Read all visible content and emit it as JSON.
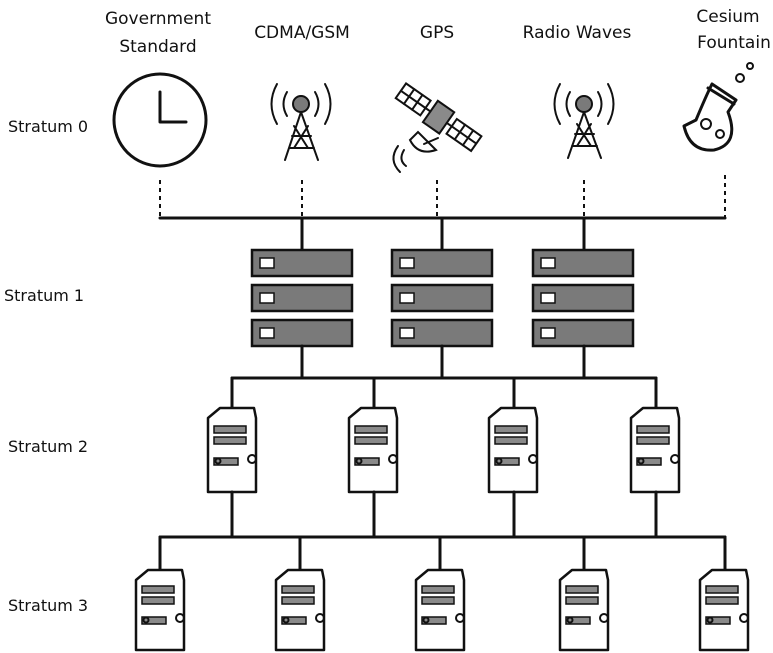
{
  "sources": [
    {
      "lines": [
        "Government",
        "Standard"
      ],
      "icon": "clock-icon"
    },
    {
      "lines": [
        "CDMA/GSM"
      ],
      "icon": "cell-tower-icon"
    },
    {
      "lines": [
        "GPS"
      ],
      "icon": "satellite-icon"
    },
    {
      "lines": [
        "Radio Waves"
      ],
      "icon": "radio-tower-icon"
    },
    {
      "lines": [
        "Cesium",
        "Fountain"
      ],
      "icon": "flask-icon"
    }
  ],
  "strata": [
    {
      "label": "Stratum 0"
    },
    {
      "label": "Stratum 1"
    },
    {
      "label": "Stratum 2"
    },
    {
      "label": "Stratum 3"
    }
  ],
  "colors": {
    "ink": "#111111",
    "rack_fill": "#7a7a7a",
    "tower_bay": "#8a8a8a",
    "background": "#ffffff"
  }
}
